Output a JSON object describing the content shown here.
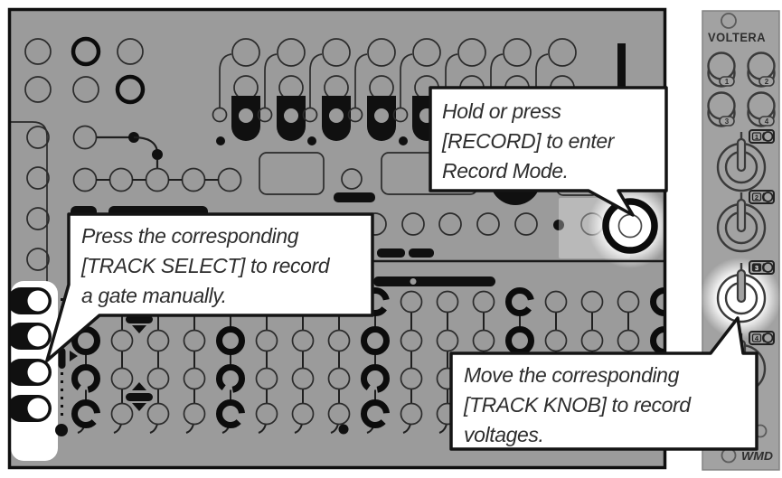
{
  "colors": {
    "panel_gray": "#9b9b9b",
    "strip_gray": "#a2a2a2",
    "line_dark": "#2b2b2b",
    "bubble_border": "#141414",
    "bubble_fill": "#ffffff",
    "text_dark": "#2e2e2e",
    "highlight_white": "#ffffff",
    "control_black": "#101010"
  },
  "callouts": {
    "record": {
      "line1": "Hold or press",
      "line2": "[RECORD] to enter",
      "line3": "Record Mode."
    },
    "track_select": {
      "line1": "Press the corresponding",
      "line2": "[TRACK SELECT] to record",
      "line3": "a gate manually."
    },
    "track_knob": {
      "line1": "Move the corresponding",
      "line2": "[TRACK KNOB] to record",
      "line3": "voltages."
    }
  },
  "strip": {
    "title": "VOLTERA",
    "brand": "WMD",
    "jack_labels": {
      "j1": "1",
      "j2": "2",
      "j3": "3",
      "j4": "4"
    },
    "knob_labels": {
      "k1": "1",
      "k2": "2",
      "k3": "3",
      "k4": "4"
    }
  }
}
